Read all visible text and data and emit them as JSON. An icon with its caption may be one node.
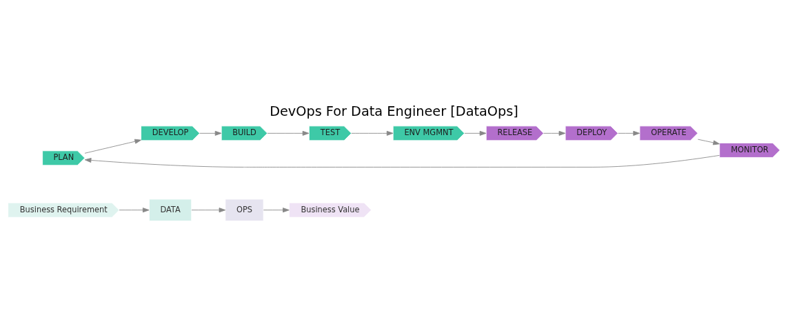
{
  "diagram": {
    "title": "DevOps For Data Engineer [DataOps]",
    "nodes": [
      {
        "text": [
          "Business Requirement"
        ]
      },
      {
        "text": [
          "DATA"
        ]
      },
      {
        "text": [
          "OPS"
        ]
      },
      {
        "text": [
          "Business Value"
        ]
      },
      {
        "text": [
          "PLAN"
        ]
      },
      {
        "text": [
          "DEVELOP"
        ]
      },
      {
        "text": [
          "BUILD"
        ]
      },
      {
        "text": [
          "TEST"
        ]
      },
      {
        "text": [
          "ENV MGMNT"
        ]
      },
      {
        "text": [
          "RELEASE"
        ]
      },
      {
        "text": [
          "DEPLOY"
        ]
      },
      {
        "text": [
          "OPERATE"
        ]
      },
      {
        "text": [
          "MONITOR"
        ]
      }
    ],
    "edges": [
      {
        "from": 0,
        "to": 1,
        "arrow": "to"
      },
      {
        "from": 1,
        "to": 2,
        "arrow": "to"
      },
      {
        "from": 2,
        "to": 3,
        "arrow": "to"
      },
      {
        "from": 4,
        "to": 5,
        "arrow": "to"
      },
      {
        "from": 5,
        "to": 6,
        "arrow": "to"
      },
      {
        "from": 6,
        "to": 7,
        "arrow": "to"
      },
      {
        "from": 7,
        "to": 8,
        "arrow": "to"
      },
      {
        "from": 8,
        "to": 9,
        "arrow": "to"
      },
      {
        "from": 9,
        "to": 10,
        "arrow": "to"
      },
      {
        "from": 10,
        "to": 11,
        "arrow": "to"
      },
      {
        "from": 11,
        "to": 12,
        "arrow": "to"
      },
      {
        "from": 12,
        "to": 4,
        "arrow": "to"
      }
    ]
  }
}
